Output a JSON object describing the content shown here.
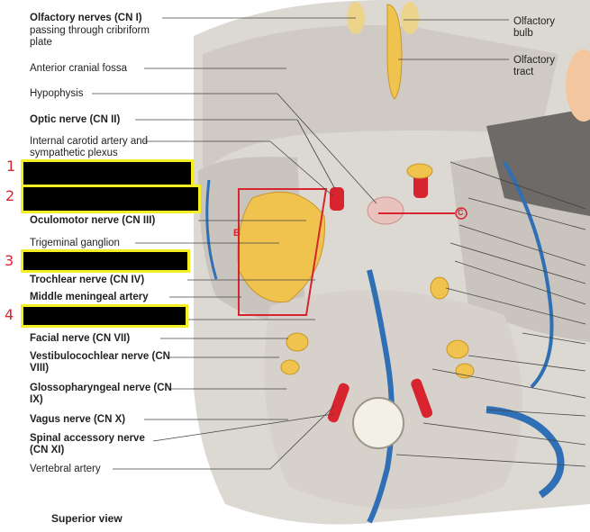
{
  "left_labels": [
    {
      "id": "olfactory-nerves",
      "text": "Olfactory nerves (CN I)",
      "bold": true
    },
    {
      "id": "olfactory-nerves-sub",
      "text": "passing through cribriform plate",
      "bold": false
    },
    {
      "id": "anterior-cranial-fossa",
      "text": "Anterior cranial fossa",
      "bold": false
    },
    {
      "id": "hypophysis",
      "text": "Hypophysis",
      "bold": false
    },
    {
      "id": "optic-nerve",
      "text": "Optic nerve (CN II)",
      "bold": true
    },
    {
      "id": "internal-carotid",
      "text": "Internal carotid artery and sympathetic plexus",
      "bold": false
    },
    {
      "id": "oculomotor",
      "text": "Oculomotor nerve (CN III)",
      "bold": true
    },
    {
      "id": "trigeminal-ganglion",
      "text": "Trigeminal ganglion",
      "bold": false
    },
    {
      "id": "trochlear",
      "text": "Trochlear nerve (CN IV)",
      "bold": true
    },
    {
      "id": "middle-meningeal",
      "text": "Middle meningeal artery",
      "bold": true
    },
    {
      "id": "facial",
      "text": "Facial nerve (CN VII)",
      "bold": true
    },
    {
      "id": "vestibulocochlear",
      "text": "Vestibulocochlear nerve (CN VIII)",
      "bold": true
    },
    {
      "id": "glossopharyngeal",
      "text": "Glossopharyngeal nerve (CN IX)",
      "bold": true
    },
    {
      "id": "vagus",
      "text": "Vagus nerve (CN X)",
      "bold": true
    },
    {
      "id": "spinal-accessory",
      "text": "Spinal accessory nerve (CN XI)",
      "bold": true
    },
    {
      "id": "vertebral-artery",
      "text": "Vertebral artery",
      "bold": false
    }
  ],
  "right_labels": [
    {
      "id": "olfactory-bulb",
      "text": "Olfactory bulb"
    },
    {
      "id": "olfactory-tract",
      "text": "Olfactory tract"
    }
  ],
  "caption": "Superior view",
  "box_letters": {
    "b": "B",
    "c": "C"
  },
  "handwritten": {
    "n1": "1",
    "n2": "2",
    "n3": "3",
    "n4": "4"
  },
  "colors": {
    "nerve": "#f0c24e",
    "artery": "#d8242f",
    "vein": "#2e6fb6",
    "bone": "#d9d5cf",
    "annot": "#d8242f",
    "highlight": "#f4ee22"
  }
}
